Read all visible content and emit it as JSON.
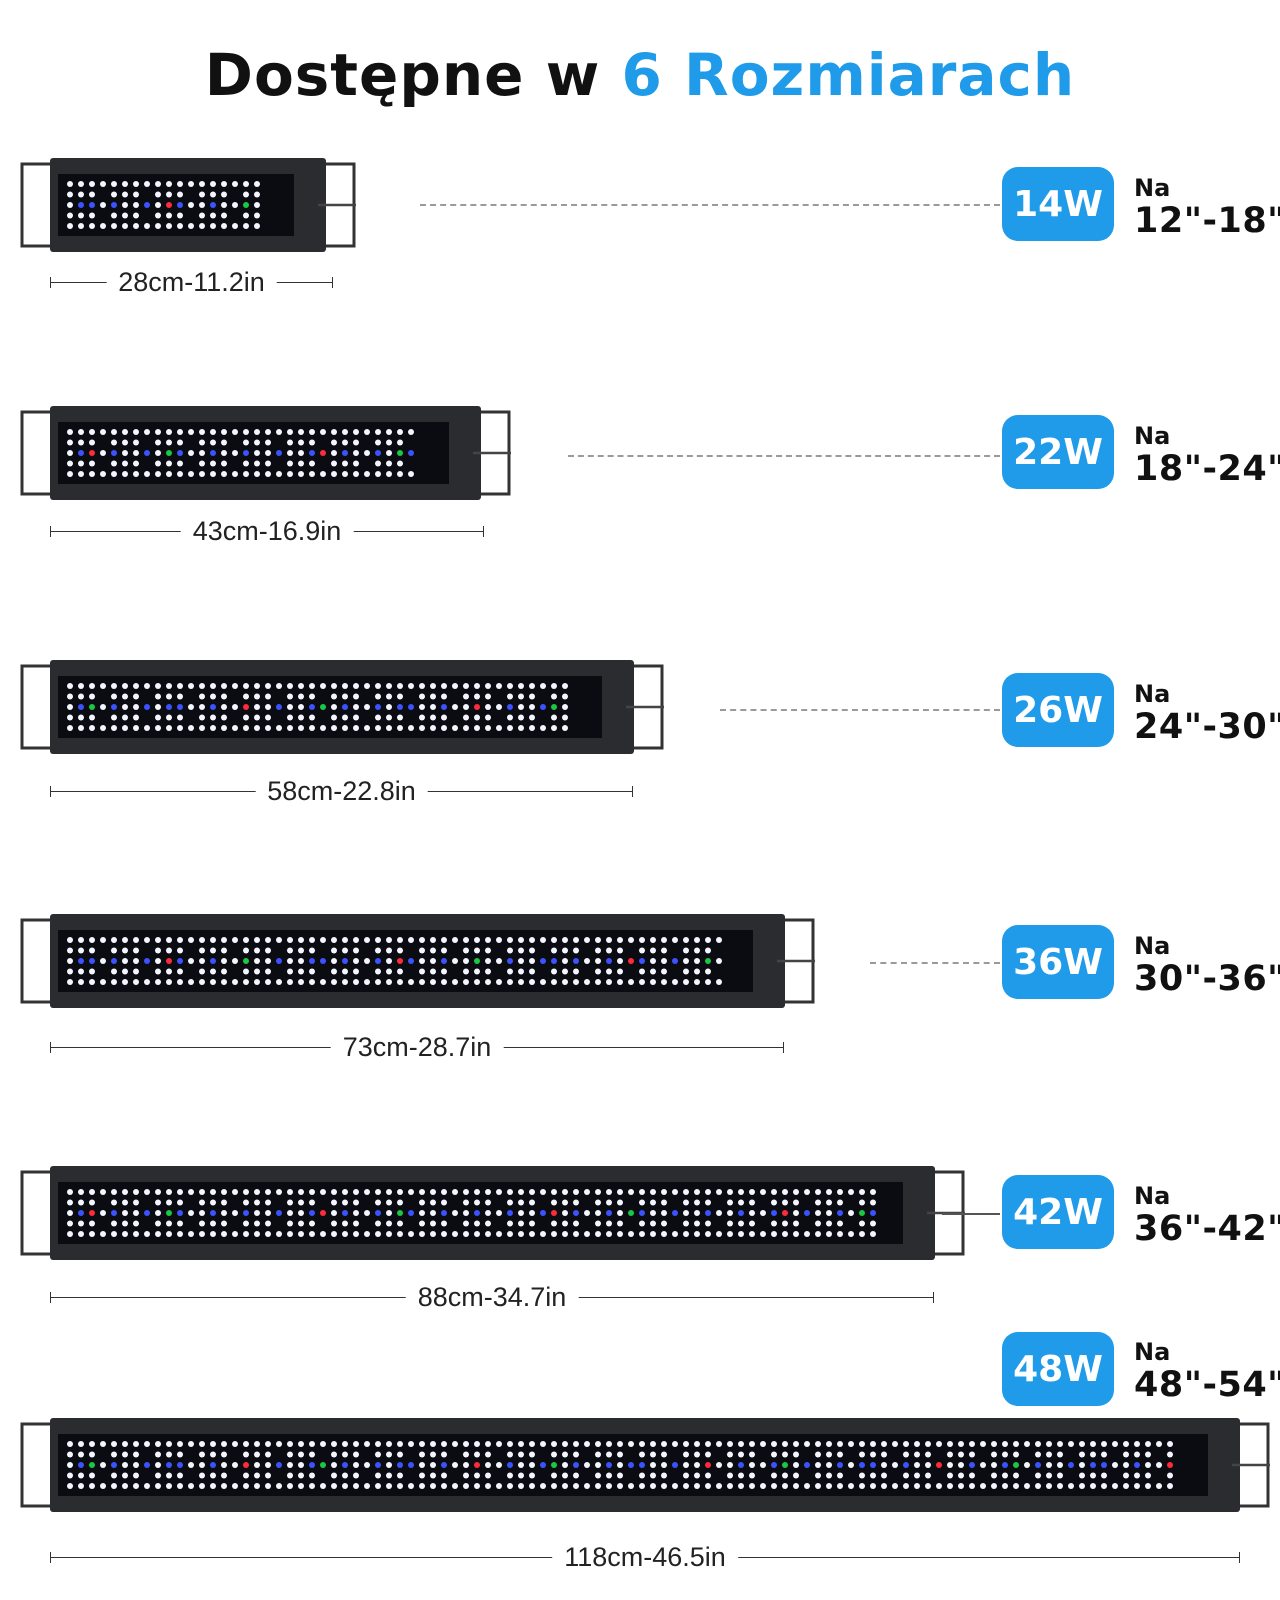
{
  "header": {
    "title_main": "Dostępne w ",
    "title_highlight": "6 Rozmiarach"
  },
  "colors": {
    "accent": "#1f9be9",
    "title": "#111111",
    "housing": "#2b2c30",
    "led_white": "#f4f6ff",
    "led_blue": "#3b52ff",
    "led_red": "#ff2b3a",
    "led_green": "#19c843"
  },
  "sizes": [
    {
      "watt": "14W",
      "na": "Na",
      "range": "12\"-18\"",
      "dimension": "28cm-11.2in"
    },
    {
      "watt": "22W",
      "na": "Na",
      "range": "18\"-24\"",
      "dimension": "43cm-16.9in"
    },
    {
      "watt": "26W",
      "na": "Na",
      "range": "24\"-30\"",
      "dimension": "58cm-22.8in"
    },
    {
      "watt": "36W",
      "na": "Na",
      "range": "30\"-36\"",
      "dimension": "73cm-28.7in"
    },
    {
      "watt": "42W",
      "na": "Na",
      "range": "36\"-42\"",
      "dimension": "88cm-34.7in"
    },
    {
      "watt": "48W",
      "na": "Na",
      "range": "48\"-54\"",
      "dimension": "118cm-46.5in"
    }
  ]
}
